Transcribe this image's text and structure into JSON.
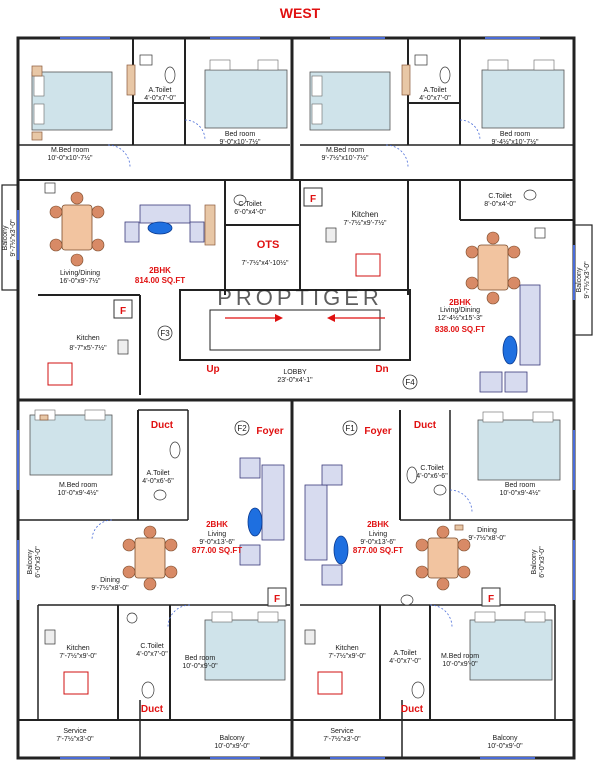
{
  "title": "WEST",
  "watermark": "PROPTIGER",
  "rooms": {
    "nw_master": {
      "name": "M.Bed room",
      "dim": "10'-0\"x10'-7½\""
    },
    "nw_toilet": {
      "name": "A.Toilet",
      "dim": "4'-0\"x7'-0\""
    },
    "nw_bed": {
      "name": "Bed room",
      "dim": "9'-0\"x10'-7½\""
    },
    "ne_master": {
      "name": "M.Bed room",
      "dim": "9'-7½\"x10'-7½\""
    },
    "ne_toilet": {
      "name": "A.Toilet",
      "dim": "4'-0\"x7'-0\""
    },
    "ne_bed": {
      "name": "Bed room",
      "dim": "9'-4½\"x10'-7½\""
    },
    "nw_ctoilet": {
      "name": "C.Toilet",
      "dim": "6'-0\"x4'-0\""
    },
    "ne_ctoilet": {
      "name": "C.Toilet",
      "dim": "8'-0\"x4'-0\""
    },
    "ne_kitchen": {
      "name": "Kitchen",
      "dim": "7'-7½\"x9'-7½\""
    },
    "nw_living": {
      "name": "Living/Dining",
      "dim": "16'-0\"x9'-7½\""
    },
    "ne_living": {
      "name": "Living/Dining",
      "dim": "12'-4½\"x15'-3\""
    },
    "nw_balcony": {
      "name": "Balcony",
      "dim": "9'-7½\"x3'-0\""
    },
    "ne_balcony": {
      "name": "Balcony",
      "dim": "9'-7½\"x3'-0\""
    },
    "ots": {
      "name": "OTS",
      "dim": "7'-7½\"x4'-10½\""
    },
    "w_kitchen": {
      "name": "Kitchen",
      "dim": "8'-7\"x5'-7½\""
    },
    "lobby": {
      "name": "LOBBY",
      "dim": "23'-0\"x4'-1\""
    },
    "sw_master": {
      "name": "M.Bed room",
      "dim": "10'-0\"x9'-4½\""
    },
    "sw_toilet": {
      "name": "A.Toilet",
      "dim": "4'-0\"x6'-6\""
    },
    "se_ctoilet": {
      "name": "C.Toilet",
      "dim": "4'-0\"x6'-6\""
    },
    "se_bed": {
      "name": "Bed room",
      "dim": "10'-0\"x9'-4½\""
    },
    "sw_living": {
      "name": "Living",
      "dim": "9'-0\"x13'-6\""
    },
    "se_living": {
      "name": "Living",
      "dim": "9'-0\"x13'-6\""
    },
    "sw_dining": {
      "name": "Dining",
      "dim": "9'-7½\"x8'-0\""
    },
    "se_dining": {
      "name": "Dining",
      "dim": "9'-7½\"x8'-0\""
    },
    "sw_balcony": {
      "name": "Balcony",
      "dim": "6'-0\"x3'-0\""
    },
    "se_balcony": {
      "name": "Balcony",
      "dim": "6'-0\"x3'-0\""
    },
    "sw_kitchen": {
      "name": "Kitchen",
      "dim": "7'-7½\"x9'-0\""
    },
    "sw_ctoilet": {
      "name": "C.Toilet",
      "dim": "4'-0\"x7'-0\""
    },
    "sw_bed": {
      "name": "Bed room",
      "dim": "10'-0\"x9'-0\""
    },
    "se_kitchen": {
      "name": "Kitchen",
      "dim": "7'-7½\"x9'-0\""
    },
    "se_atoilet": {
      "name": "A.Toilet",
      "dim": "4'-0\"x7'-0\""
    },
    "se_master": {
      "name": "M.Bed room",
      "dim": "10'-0\"x9'-0\""
    },
    "sw_service": {
      "name": "Service",
      "dim": "7'-7½\"x3'-0\""
    },
    "sw_balcony2": {
      "name": "Balcony",
      "dim": "10'-0\"x9'-0\""
    },
    "se_service": {
      "name": "Service",
      "dim": "7'-7½\"x3'-0\""
    },
    "se_balcony2": {
      "name": "Balcony",
      "dim": "10'-0\"x9'-0\""
    }
  },
  "units": {
    "nw": {
      "type": "2BHK",
      "area": "814.00 SQ.FT"
    },
    "ne": {
      "type": "2BHK",
      "area": "838.00 SQ.FT"
    },
    "sw": {
      "type": "2BHK",
      "area": "877.00 SQ.FT"
    },
    "se": {
      "type": "2BHK",
      "area": "877.00 SQ.FT"
    }
  },
  "labels": {
    "duct": "Duct",
    "foyer": "Foyer",
    "up": "Up",
    "dn": "Dn",
    "f": "F",
    "flat_f1": "F1",
    "flat_f2": "F2",
    "flat_f3": "F3",
    "flat_f4": "F4"
  }
}
